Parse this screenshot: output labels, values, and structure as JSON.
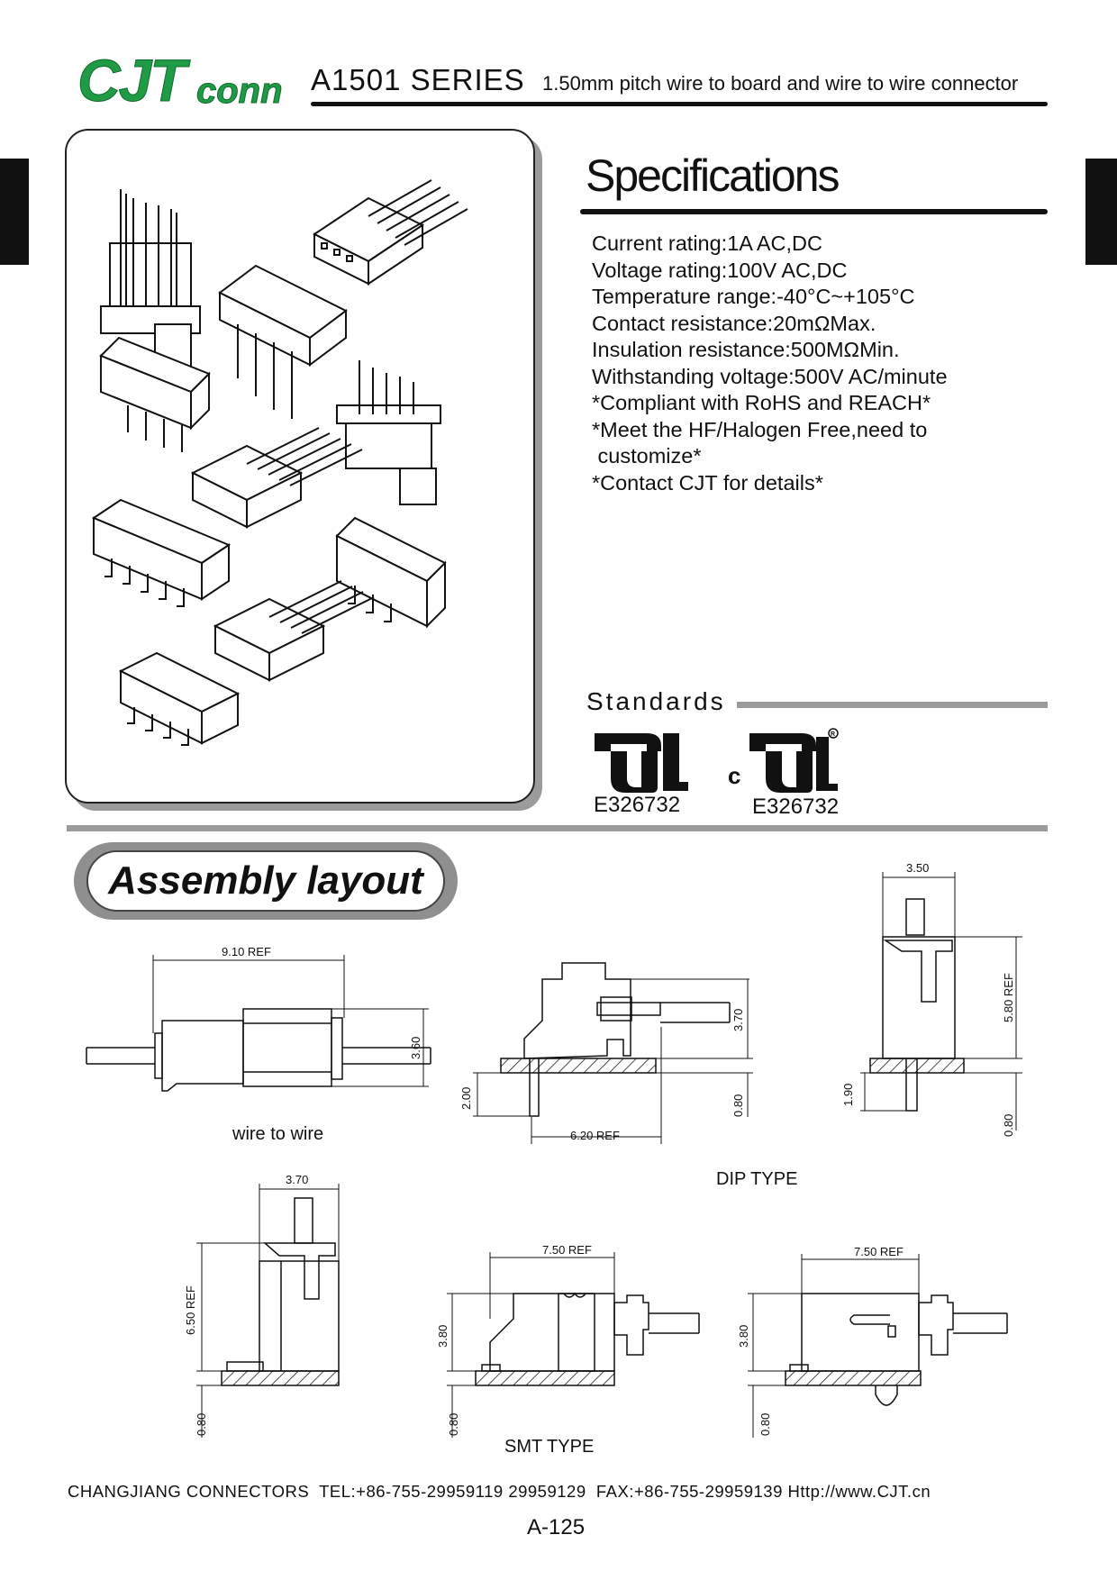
{
  "header": {
    "logo_text": "CJTconn",
    "series": "A1501 SERIES",
    "subtitle": "1.50mm pitch wire to board and wire to wire connector"
  },
  "specifications": {
    "title": "Specifications",
    "items": [
      "Current rating:1A AC,DC",
      "Voltage rating:100V AC,DC",
      "Temperature range:-40°C~+105°C",
      "Contact resistance:20mΩMax.",
      "Insulation resistance:500MΩMin.",
      "Withstanding voltage:500V AC/minute",
      "*Compliant with RoHS and REACH*",
      "*Meet the HF/Halogen Free,need to",
      " customize*",
      "*Contact CJT for details*"
    ]
  },
  "standards": {
    "title": "Standards",
    "cert1_number": "E326732",
    "cert2_prefix": "c",
    "cert2_number": "E326732"
  },
  "assembly": {
    "title": "Assembly layout",
    "wire_to_wire": {
      "caption": "wire to wire",
      "dim_length": "9.10 REF",
      "dim_height": "3.60"
    },
    "dip_side": {
      "dim_height": "3.70",
      "dim_pin": "2.00",
      "dim_base": "0.80",
      "dim_length": "6.20 REF"
    },
    "dip_front": {
      "dim_width": "3.50",
      "dim_height": "5.80 REF",
      "dim_pin": "1.90",
      "dim_base": "0.80"
    },
    "dip_caption": "DIP TYPE",
    "smt_front": {
      "dim_width": "3.70",
      "dim_height": "6.50 REF",
      "dim_base": "0.80"
    },
    "smt_side1": {
      "dim_length": "7.50 REF",
      "dim_height": "3.80",
      "dim_base": "0.80"
    },
    "smt_side2": {
      "dim_length": "7.50 REF",
      "dim_height": "3.80",
      "dim_base": "0.80"
    },
    "smt_caption": "SMT TYPE"
  },
  "footer": {
    "contact": "CHANGJIANG CONNECTORS  TEL:+86-755-29959119 29959129  FAX:+86-755-29959139 Http://www.CJT.cn",
    "page": "A-125"
  },
  "colors": {
    "logo_green": "#1f9b45",
    "ink": "#111111",
    "gray_rule": "#9b9b9b"
  }
}
